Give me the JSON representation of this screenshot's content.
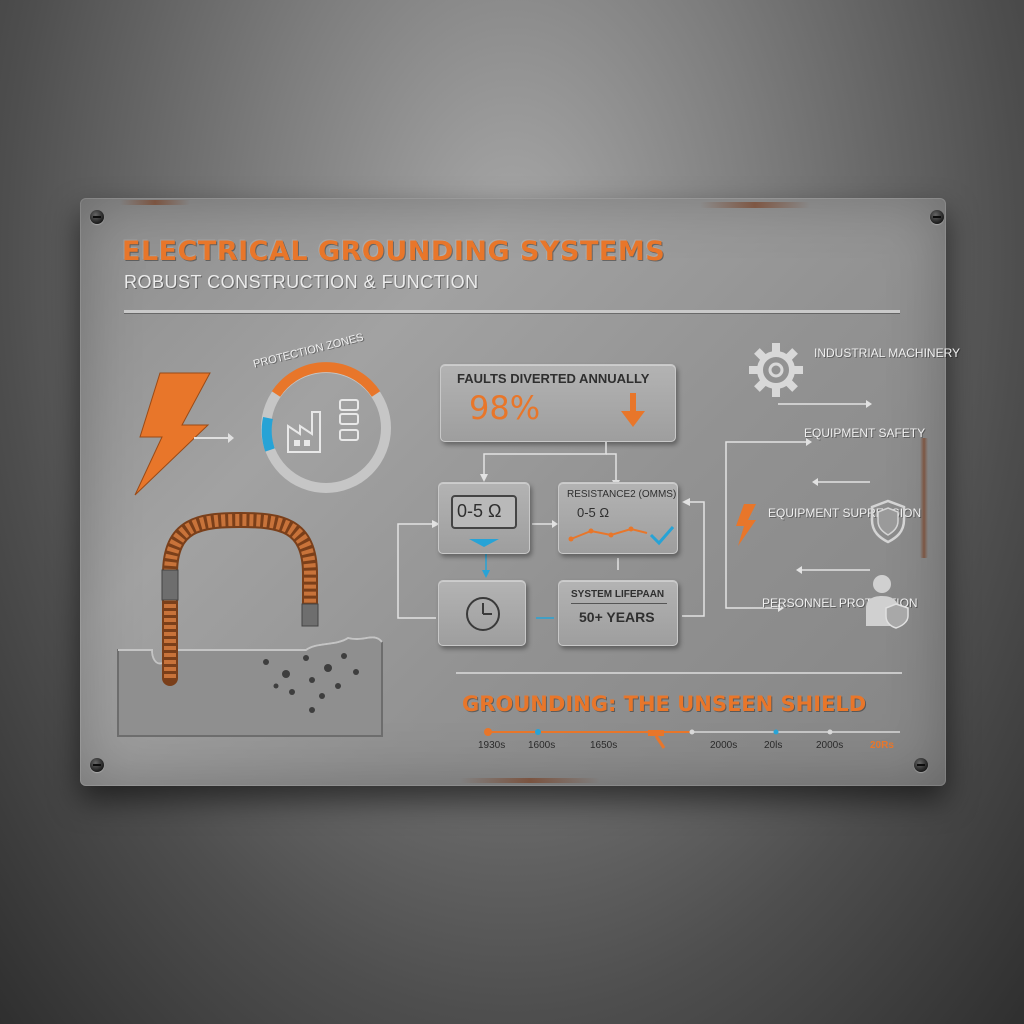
{
  "header": {
    "title": "ELECTRICAL GROUNDING SYSTEMS",
    "subtitle": "ROBUST CONSTRUCTION & FUNCTION"
  },
  "protection_ring": {
    "label": "PROTECTION ZONES"
  },
  "faults_panel": {
    "label": "FAULTS DIVERTED ANNUALLY",
    "value": "98%"
  },
  "meter_panel": {
    "value": "0-5 Ω"
  },
  "resistance_panel": {
    "label": "RESISTANCE2 (OMMS)",
    "value": "0-5 Ω"
  },
  "lifespan_panel": {
    "label": "SYSTEM LIFEPAAN",
    "value": "50+ YEARS"
  },
  "benefits": {
    "industrial_machinery": "INDUSTRIAL MACHINERY",
    "equipment_safety": "EQUIPMENT SAFETY",
    "equipment_suppression": "EQUIPMENT SUPRESSION",
    "personnel_protection": "PERSONNEL PROTECTION"
  },
  "footer": {
    "title": "GROUNDING: THE UNSEEN SHIELD",
    "timeline": [
      "1930s",
      "1600s",
      "1650s",
      "2000s",
      "20ls",
      "2000s",
      "20Rs"
    ]
  },
  "colors": {
    "accent_orange": "#e8762a",
    "accent_blue": "#27a3d6",
    "plate": "#969696"
  },
  "icons": [
    "lightning-icon",
    "factory-icon",
    "server-icon",
    "gear-icon",
    "shield-icon",
    "person-shield-icon",
    "clock-icon",
    "hammer-icon",
    "copper-cable-icon",
    "ground-block-icon"
  ]
}
